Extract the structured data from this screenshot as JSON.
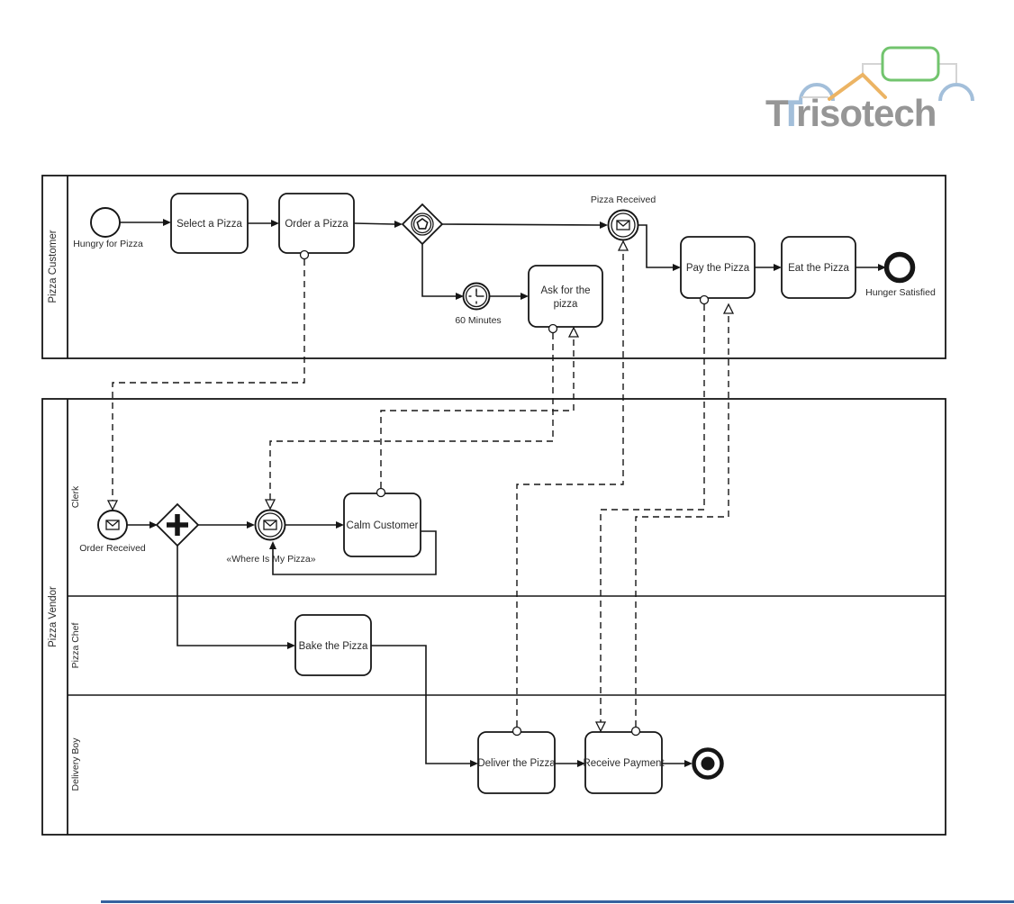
{
  "logo": {
    "brand_t": "T",
    "brand_rest": "risotech",
    "gray": "#969696",
    "blue": "#a3bfda",
    "green": "#72c46e",
    "orange": "#ecb464"
  },
  "footer": {
    "accent_color": "#35639f"
  },
  "customer_pool": {
    "label": "Pizza Customer",
    "start_label": "Hungry for Pizza",
    "select_task": "Select a Pizza",
    "order_task": "Order a Pizza",
    "ask_task_line1": "Ask for the",
    "ask_task_line2": "pizza",
    "timer_label": "60 Minutes",
    "received_label": "Pizza Received",
    "pay_task": "Pay the Pizza",
    "eat_task": "Eat the Pizza",
    "end_label": "Hunger Satisfied"
  },
  "vendor_pool": {
    "label": "Pizza Vendor",
    "lanes": [
      "Clerk",
      "Pizza Chef",
      "Delivery Boy"
    ],
    "order_received_label": "Order Received",
    "where_pizza_label": "«Where Is My Pizza»",
    "calm_task": "Calm Customer",
    "bake_task": "Bake the Pizza",
    "deliver_task": "Deliver the Pizza",
    "receive_task": "Receive Payment"
  }
}
